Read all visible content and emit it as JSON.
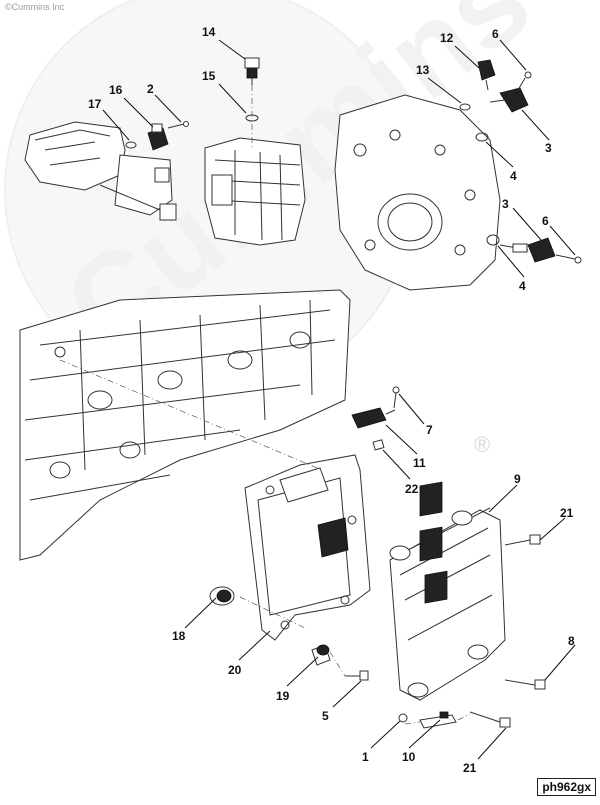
{
  "copyright": "©Cummins Inc",
  "watermark": "Cummins",
  "registered_mark": "®",
  "figure_id": "ph962gx",
  "callouts": [
    {
      "id": "c14",
      "num": "14"
    },
    {
      "id": "c15",
      "num": "15"
    },
    {
      "id": "c16",
      "num": "16"
    },
    {
      "id": "c2",
      "num": "2"
    },
    {
      "id": "c17",
      "num": "17"
    },
    {
      "id": "c12",
      "num": "12"
    },
    {
      "id": "c6a",
      "num": "6"
    },
    {
      "id": "c13",
      "num": "13"
    },
    {
      "id": "c3a",
      "num": "3"
    },
    {
      "id": "c4a",
      "num": "4"
    },
    {
      "id": "c3b",
      "num": "3"
    },
    {
      "id": "c6b",
      "num": "6"
    },
    {
      "id": "c4b",
      "num": "4"
    },
    {
      "id": "c7",
      "num": "7"
    },
    {
      "id": "c11",
      "num": "11"
    },
    {
      "id": "c22",
      "num": "22"
    },
    {
      "id": "c9",
      "num": "9"
    },
    {
      "id": "c21a",
      "num": "21"
    },
    {
      "id": "c8",
      "num": "8"
    },
    {
      "id": "c18",
      "num": "18"
    },
    {
      "id": "c20",
      "num": "20"
    },
    {
      "id": "c19",
      "num": "19"
    },
    {
      "id": "c5",
      "num": "5"
    },
    {
      "id": "c1",
      "num": "1"
    },
    {
      "id": "c10",
      "num": "10"
    },
    {
      "id": "c21b",
      "num": "21"
    }
  ]
}
